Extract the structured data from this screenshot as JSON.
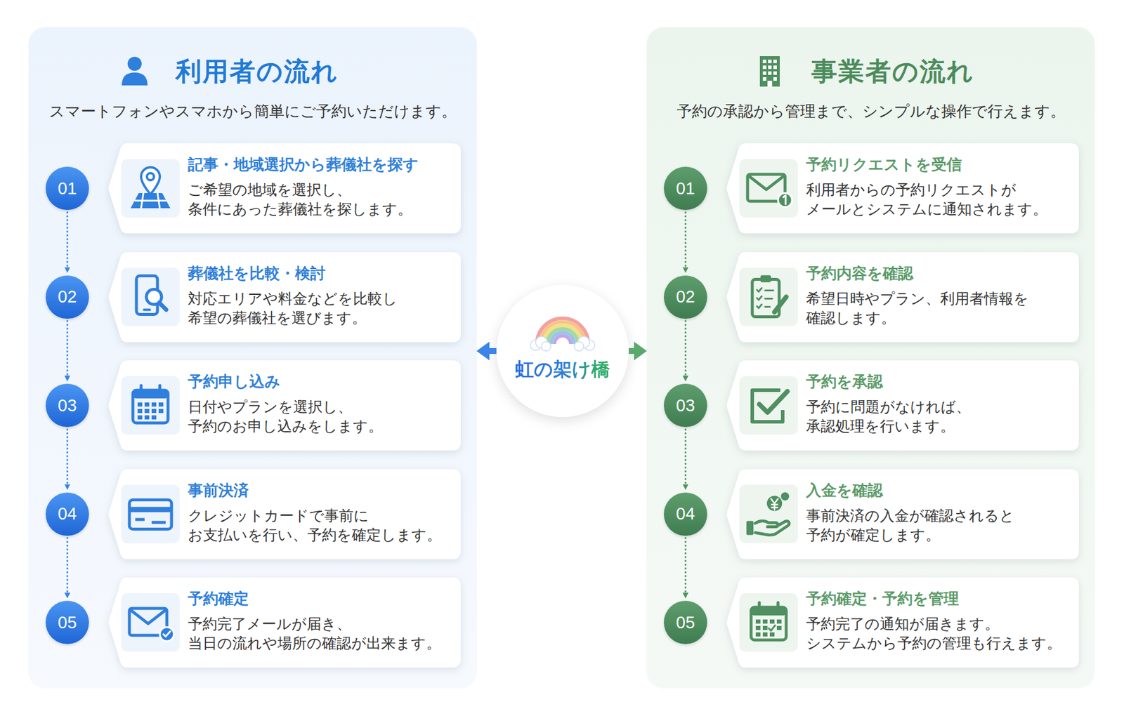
{
  "diagram": {
    "nodes": [
      {
        "text": [
          "利用者の流れ",
          "スマートフォンやスマホから簡単にご予約いただけます。"
        ]
      },
      {
        "text": [
          "01"
        ],
        "in": 0
      },
      {
        "text": [
          "記事・地域選択から葬儀社を探す",
          "ご希望の地域を選択し、 条件にあった葬儀社を探します。"
        ],
        "in": 0
      },
      {
        "text": [
          "02"
        ],
        "in": 0
      },
      {
        "text": [
          "葬儀社を比較・検討",
          "対応エリアや料金などを比較し 希望の葬儀社を選びます。"
        ],
        "in": 0
      },
      {
        "text": [
          "03"
        ],
        "in": 0
      },
      {
        "text": [
          "予約申し込み",
          "日付やプランを選択し、 予約のお申し込みをします。"
        ],
        "in": 0
      },
      {
        "text": [
          "04"
        ],
        "in": 0
      },
      {
        "text": [
          "事前決済",
          "クレジットカードで事前に お支払いを行い、予約を確定します。"
        ],
        "in": 0
      },
      {
        "text": [
          "05"
        ],
        "in": 0
      },
      {
        "text": [
          "予約確定",
          "予約完了メールが届き、 当日の流れや場所の確認が出来ます。"
        ],
        "in": 0
      },
      {
        "text": [
          "虹の架け橋"
        ]
      },
      {
        "text": [
          "事業者の流れ",
          "予約の承認から管理まで、シンプルな操作で行えます。"
        ]
      },
      {
        "text": [
          "01"
        ],
        "in": 12
      },
      {
        "text": [
          "予約リクエストを受信",
          "利用者からの予約リクエストが メールとシステムに通知されます。"
        ],
        "in": 12
      },
      {
        "text": [
          "02"
        ],
        "in": 12
      },
      {
        "text": [
          "予約内容を確認",
          "希望日時やプラン、利用者情報を 確認します。"
        ],
        "in": 12
      },
      {
        "text": [
          "03"
        ],
        "in": 12
      },
      {
        "text": [
          "予約を承認",
          "予約に問題がなければ、 承認処理を行います。"
        ],
        "in": 12
      },
      {
        "text": [
          "04"
        ],
        "in": 12
      },
      {
        "text": [
          "入金を確認",
          "事前決済の入金が確認されると 予約が確定します。"
        ],
        "in": 12
      },
      {
        "text": [
          "05"
        ],
        "in": 12
      },
      {
        "text": [
          "予約確定・予約を管理",
          "予約完了の通知が届きます。 システムから予約の管理も行えます。"
        ],
        "in": 12
      }
    ],
    "edges": [
      {
        "from": 1,
        "to": 3,
        "arrow": "to"
      },
      {
        "from": 3,
        "to": 5,
        "arrow": "to"
      },
      {
        "from": 5,
        "to": 7,
        "arrow": "to"
      },
      {
        "from": 7,
        "to": 9,
        "arrow": "to"
      },
      {
        "from": 11,
        "to": 0,
        "arrow": "to"
      },
      {
        "from": 11,
        "to": 12,
        "arrow": "to"
      },
      {
        "from": 13,
        "to": 15,
        "arrow": "to"
      },
      {
        "from": 15,
        "to": 17,
        "arrow": "to"
      },
      {
        "from": 17,
        "to": 19,
        "arrow": "to"
      },
      {
        "from": 19,
        "to": 21,
        "arrow": "to"
      }
    ]
  }
}
